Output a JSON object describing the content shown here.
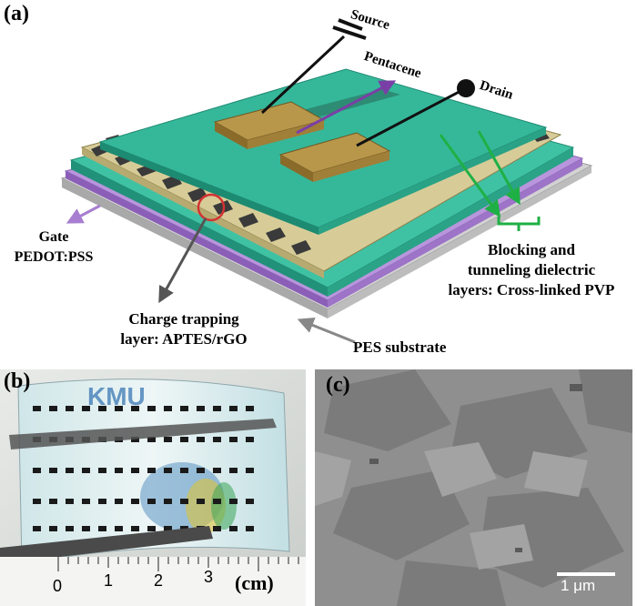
{
  "panel_a": {
    "letter": "(a)",
    "labels": {
      "source": "Source",
      "pentacene": "Pentacene",
      "drain": "Drain",
      "gate_line1": "Gate",
      "gate_line2": "PEDOT:PSS",
      "blocking_line1": "Blocking and",
      "blocking_line2": "tunneling dielectric",
      "blocking_line3": "layers: Cross-linked PVP",
      "charge_line1": "Charge trapping",
      "charge_line2": "layer: APTES/rGO",
      "substrate": "PES substrate"
    },
    "colors": {
      "dielectric": "#35b89a",
      "electrode": "#a8873a",
      "pentacene_arrow": "#7a3fa6",
      "gate_layer": "#a77ed0",
      "substrate": "#c8c8c8",
      "blocking_arrow": "#1fb045",
      "charge_circle": "#d33333",
      "pointer_gray": "#555555"
    }
  },
  "panel_b": {
    "letter": "(b)",
    "unit_label": "(cm)",
    "ruler_numbers": [
      "0",
      "1",
      "2",
      "3"
    ],
    "device_text": "KMU"
  },
  "panel_c": {
    "letter": "(c)",
    "scale_bar_label": "1 μm"
  }
}
